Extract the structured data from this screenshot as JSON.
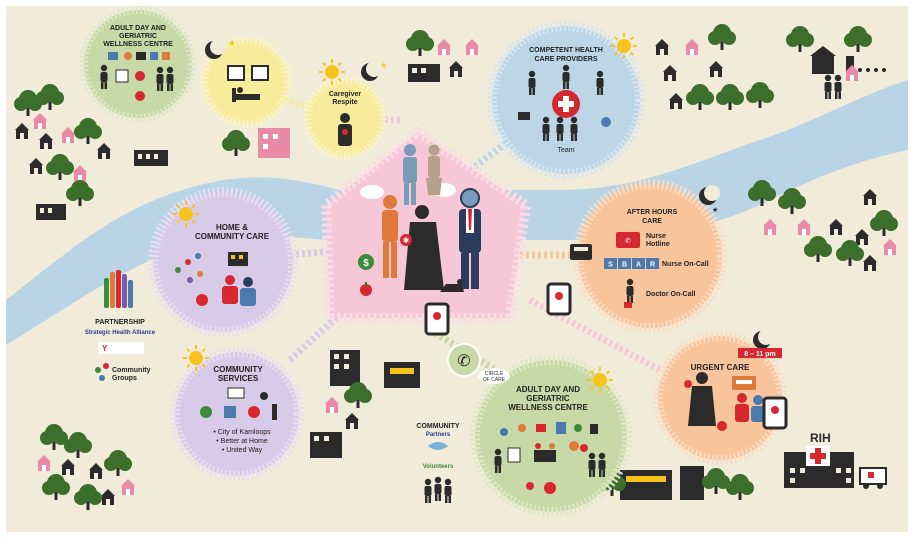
{
  "colors": {
    "land": "#f1ecd9",
    "river": "#b9d4e4",
    "tree": "#3c6e2c",
    "house_pink": "#e98aa6",
    "house_dark": "#2b2b2b",
    "center_pink": "#f6c7d6",
    "green_hub": "#c7d9a7",
    "yellow_hub": "#f7ec9c",
    "blue_hub": "#bcd6e6",
    "orange_hub": "#f7c49c",
    "purple_hub": "#d8cbe7",
    "sun": "#f7c41d",
    "red": "#d7282f"
  },
  "hubs": {
    "adult_day_small": {
      "title": [
        "ADULT DAY AND",
        "GERIATRIC",
        "WELLNESS CENTRE"
      ]
    },
    "caregiver": {
      "title": [
        "Caregiver",
        "Respite"
      ]
    },
    "competent": {
      "title": [
        "COMPETENT HEALTH",
        "CARE PROVIDERS"
      ],
      "team": "Team"
    },
    "home": {
      "title": [
        "HOME &",
        "COMMUNITY CARE"
      ]
    },
    "after_hours": {
      "title": [
        "AFTER HOURS",
        "CARE"
      ],
      "nurse_hotline": [
        "Nurse",
        "Hotline"
      ],
      "sbar": [
        "S",
        "B",
        "A",
        "R"
      ],
      "nurse_on_call": "Nurse On-Call",
      "doctor_on_call": "Doctor On-Call"
    },
    "community_services": {
      "title": [
        "COMMUNITY",
        "SERVICES"
      ],
      "items": [
        "• City of Kamloops",
        "• Better at Home",
        "• United Way"
      ]
    },
    "adult_day_big": {
      "title": [
        "ADULT DAY AND",
        "GERIATRIC",
        "WELLNESS CENTRE"
      ]
    },
    "urgent": {
      "title": "URGENT CARE",
      "hours": "8 – 11 pm"
    }
  },
  "partnership": {
    "title": "PARTNERSHIP",
    "alliance": "Strategic Health Alliance",
    "groups": [
      "Community",
      "Groups"
    ]
  },
  "community_partners": {
    "title": "COMMUNITY",
    "partners": "Partners",
    "volunteers": "Volunteers"
  },
  "hospital_label": "RIH",
  "circle_of_care": [
    "CIRCLE",
    "OF CARE"
  ]
}
